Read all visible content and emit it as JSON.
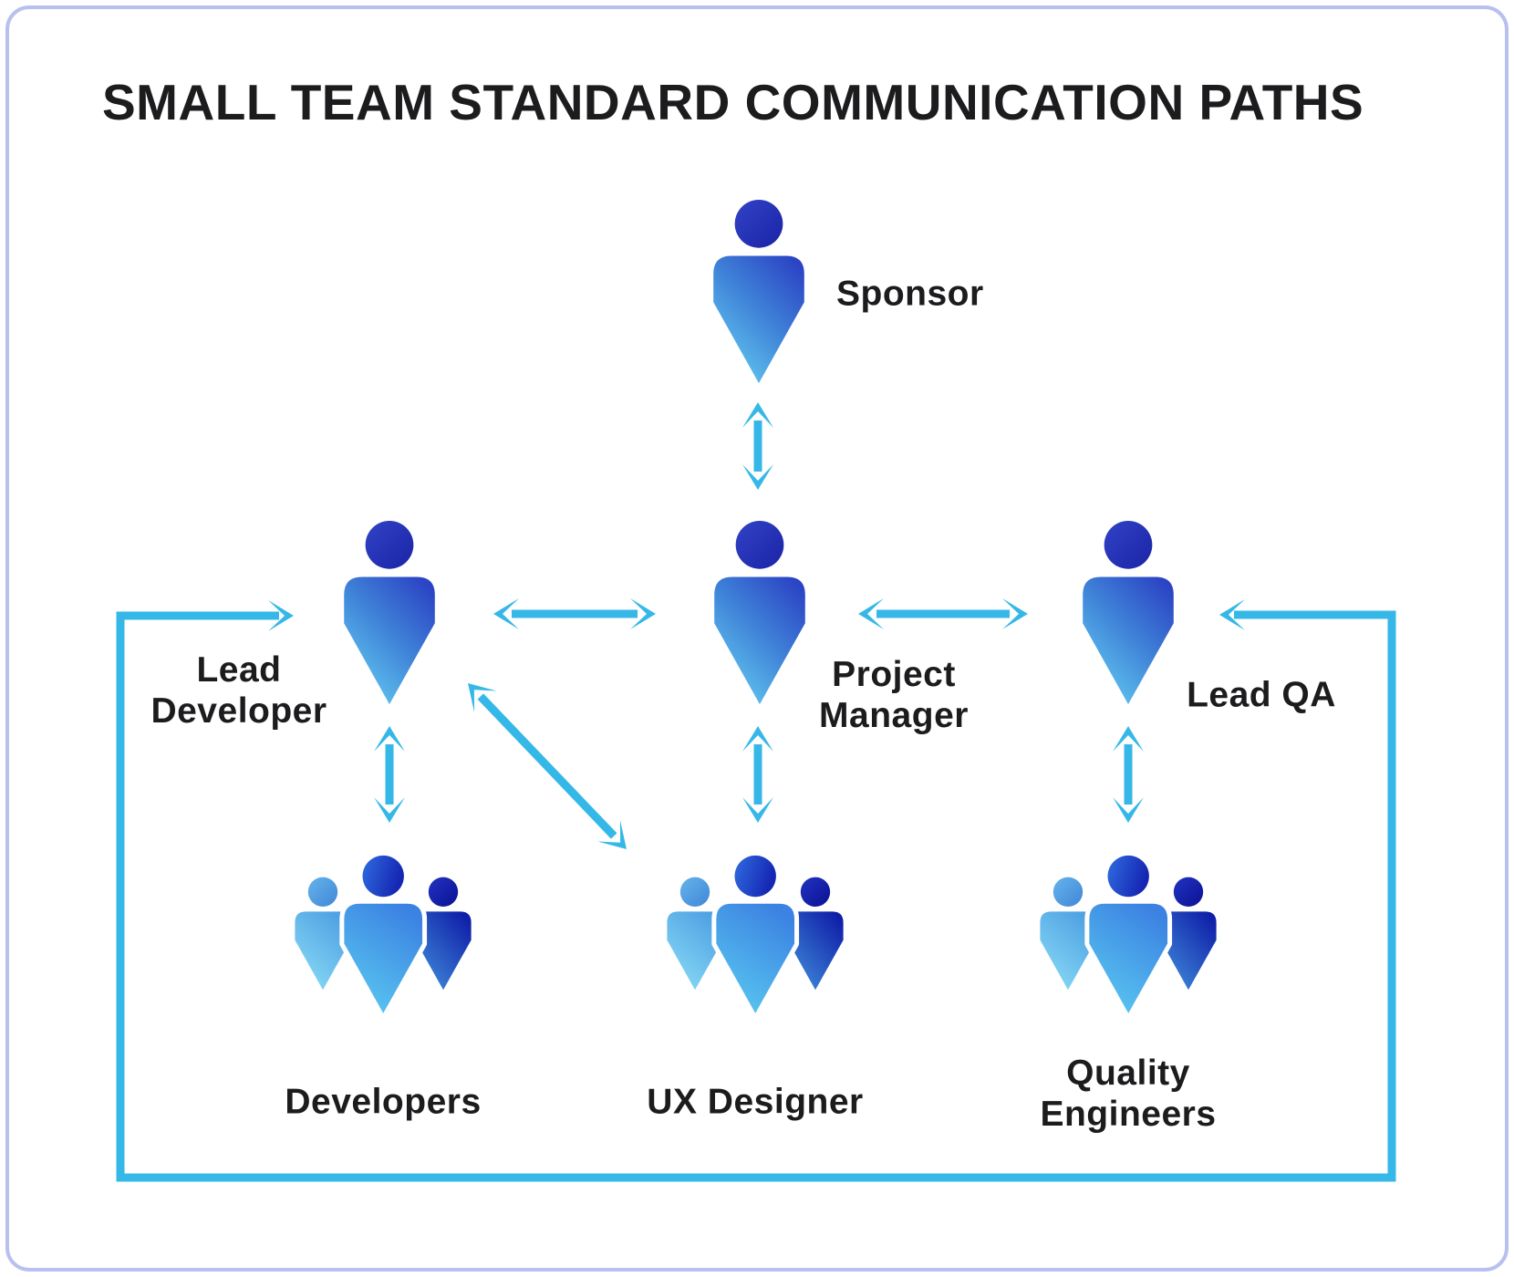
{
  "title": "SMALL TEAM STANDARD COMMUNICATION PATHS",
  "nodes": {
    "sponsor": {
      "label": "Sponsor",
      "type": "person"
    },
    "lead_developer": {
      "label": "Lead\nDeveloper",
      "type": "person"
    },
    "project_manager": {
      "label": "Project\nManager",
      "type": "person"
    },
    "lead_qa": {
      "label": "Lead QA",
      "type": "person"
    },
    "developers": {
      "label": "Developers",
      "type": "group"
    },
    "ux_designer": {
      "label": "UX Designer",
      "type": "group"
    },
    "quality_engineers": {
      "label": "Quality\nEngineers",
      "type": "group"
    }
  },
  "connections": [
    {
      "from": "sponsor",
      "to": "project_manager",
      "style": "bidirectional"
    },
    {
      "from": "lead_developer",
      "to": "project_manager",
      "style": "bidirectional"
    },
    {
      "from": "project_manager",
      "to": "lead_qa",
      "style": "bidirectional"
    },
    {
      "from": "lead_developer",
      "to": "developers",
      "style": "bidirectional"
    },
    {
      "from": "project_manager",
      "to": "ux_designer",
      "style": "bidirectional"
    },
    {
      "from": "lead_qa",
      "to": "quality_engineers",
      "style": "bidirectional"
    },
    {
      "from": "lead_developer",
      "to": "ux_designer",
      "style": "bidirectional-diagonal"
    },
    {
      "from": "lead_developer",
      "to": "lead_qa",
      "style": "bidirectional-outer-loop"
    }
  ],
  "colors": {
    "arrow": "#35b8e7",
    "card_border": "#b7c0ee",
    "text": "#1c1c1e",
    "icon_navy": "#1a23a6",
    "icon_blue": "#2b44c4",
    "icon_light_blue": "#68d4f4"
  }
}
